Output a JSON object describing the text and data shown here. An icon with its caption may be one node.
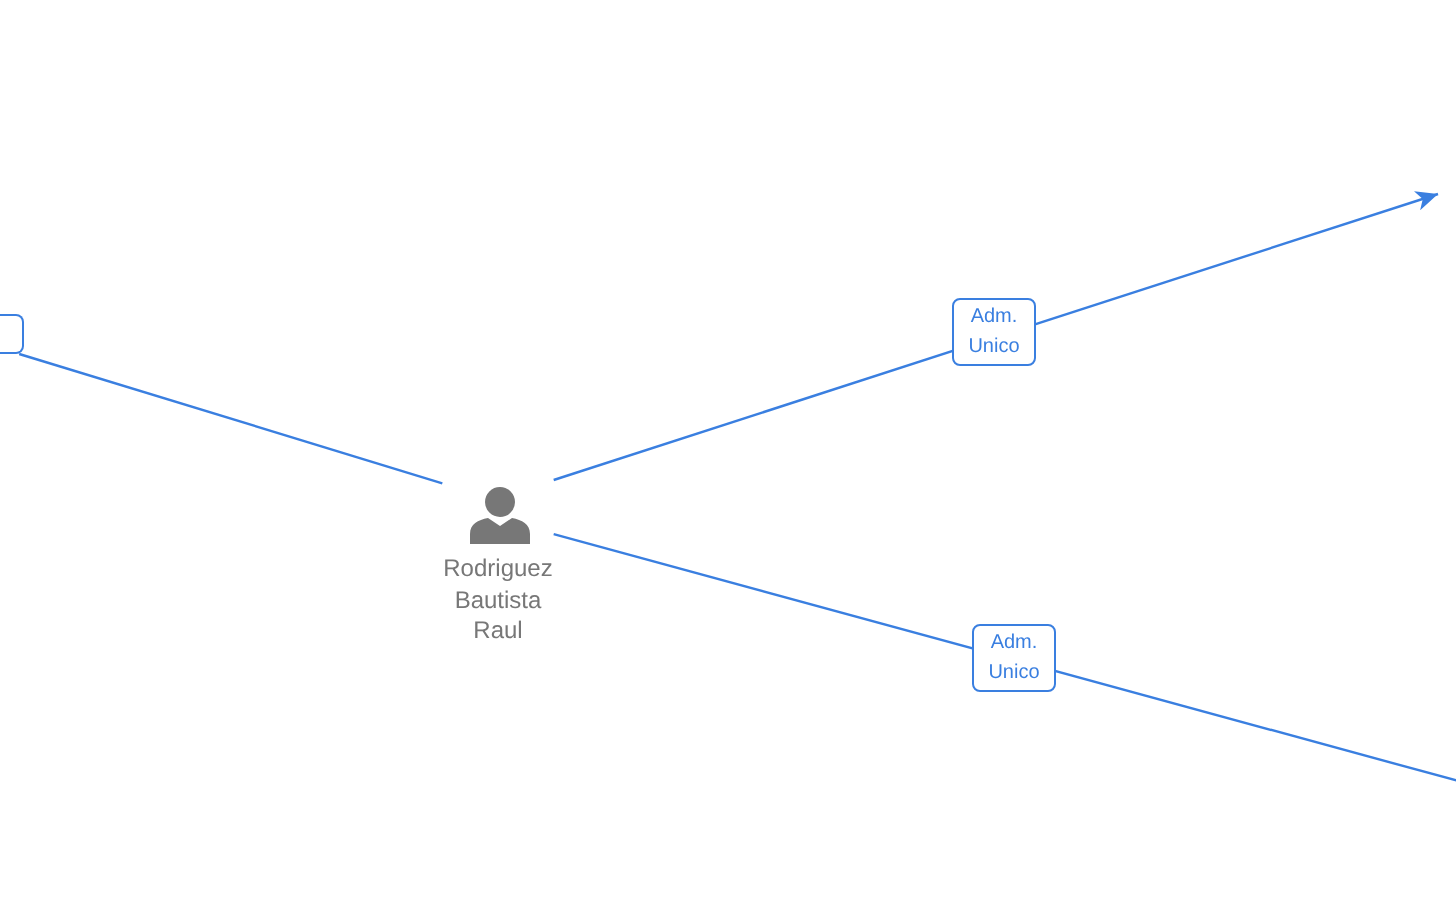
{
  "diagram": {
    "nodes": [
      {
        "text": [],
        "shape": "box"
      },
      {
        "text": [
          "Rodriguez Bautista Raul"
        ]
      }
    ],
    "edges": [
      {
        "from": 0,
        "to": 1,
        "arrow": "none"
      },
      {
        "from": 1,
        "to": null,
        "arrow": "to",
        "label": "Adm. Unico"
      },
      {
        "from": 1,
        "to": null,
        "arrow": "none",
        "label": "Adm. Unico"
      }
    ]
  }
}
